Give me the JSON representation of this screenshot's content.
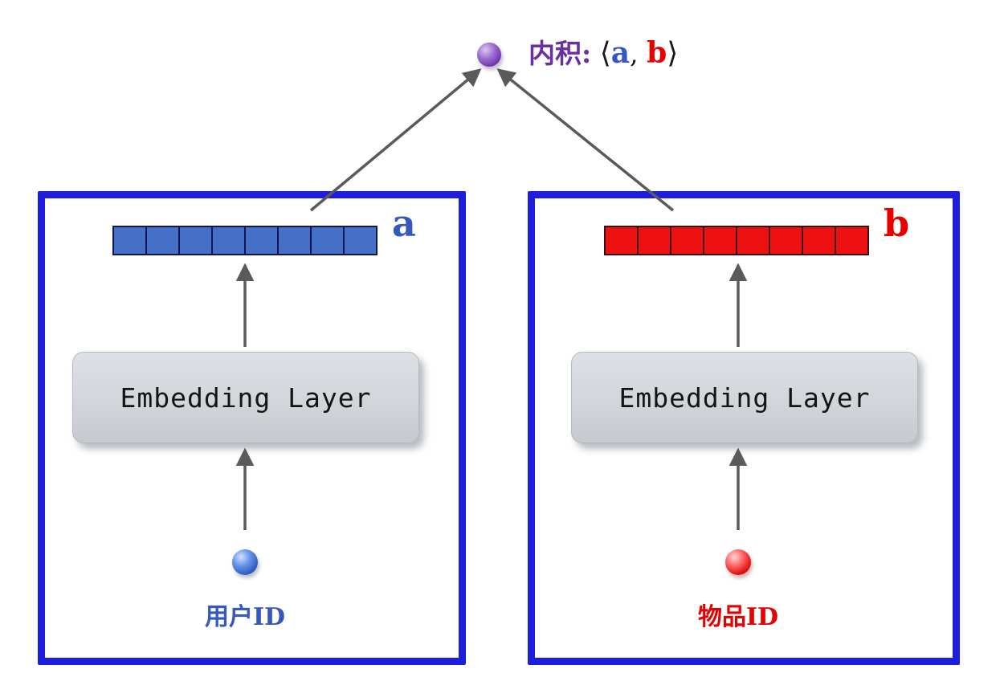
{
  "top_node": {
    "label": "内积:",
    "open_bracket": "⟨",
    "vector_a": "a",
    "separator": ",",
    "vector_b": "b",
    "close_bracket": "⟩"
  },
  "left_panel": {
    "vector_label": "a",
    "vector_cells": 8,
    "embedding_label": "Embedding Layer",
    "input_label": "用户ID"
  },
  "right_panel": {
    "vector_label": "b",
    "vector_cells": 8,
    "embedding_label": "Embedding Layer",
    "input_label": "物品ID"
  },
  "colors": {
    "panel_border": "#1d1ddd",
    "vector_a_fill": "#4470c8",
    "vector_a_border": "#141450",
    "vector_b_fill": "#ee1111",
    "vector_b_border": "#3c0a0a",
    "label_a": "#3558c0",
    "label_b": "#e60000",
    "arrow": "#5a5a5a",
    "inner_product_text": "#6a2fa0"
  }
}
